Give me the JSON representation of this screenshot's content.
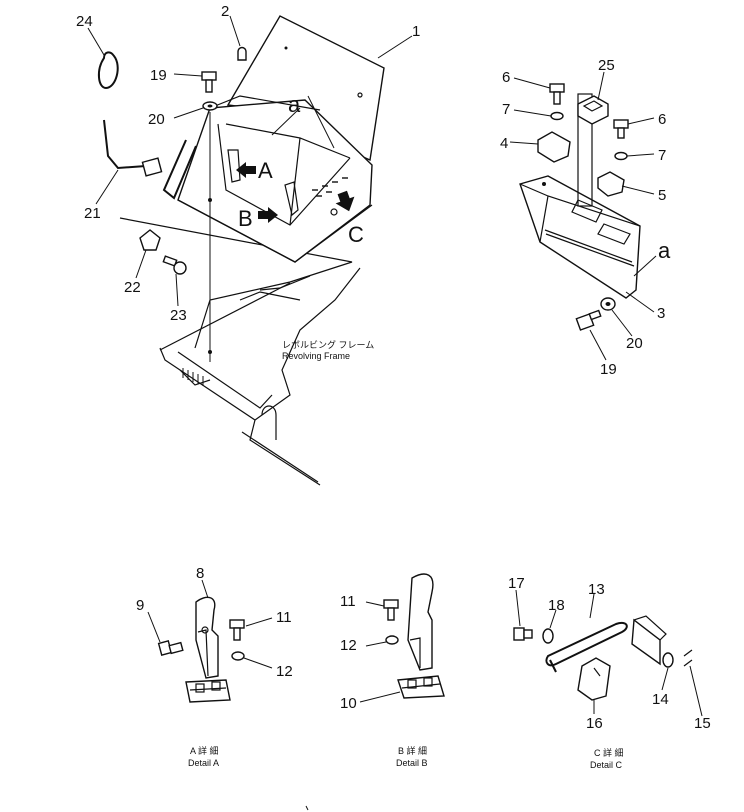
{
  "labels": {
    "p1": "1",
    "p2": "2",
    "p3": "3",
    "p4": "4",
    "p5": "5",
    "p6a": "6",
    "p6b": "6",
    "p7a": "7",
    "p7b": "7",
    "p8": "8",
    "p9": "9",
    "p10": "10",
    "p11a": "11",
    "p11b": "11",
    "p12a": "12",
    "p12b": "12",
    "p13": "13",
    "p14": "14",
    "p15": "15",
    "p16": "16",
    "p17": "17",
    "p18": "18",
    "p19a": "19",
    "p19b": "19",
    "p20a": "20",
    "p20b": "20",
    "p21": "21",
    "p22": "22",
    "p23": "23",
    "p24": "24",
    "p25": "25",
    "a_main": "a",
    "a_side": "a",
    "arrow_a": "A",
    "arrow_b": "B",
    "arrow_c": "C"
  },
  "captions": {
    "revolving_jp": "レボルビング フレーム",
    "revolving_en": "Revolving Frame",
    "detail_a_jp": "A 詳 細",
    "detail_a_en": "Detail A",
    "detail_b_jp": "B 詳 細",
    "detail_b_en": "Detail B",
    "detail_c_jp": "C 詳 細",
    "detail_c_en": "Detail C"
  }
}
